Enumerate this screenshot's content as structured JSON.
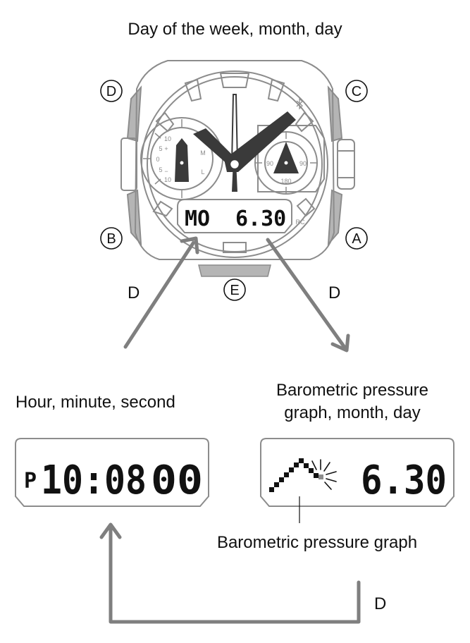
{
  "title": "Day of the week, month, day",
  "buttons": [
    "D",
    "C",
    "B",
    "A",
    "E"
  ],
  "transition_label": "D",
  "watch_display": {
    "day": "MO",
    "date": "6.30"
  },
  "dial": {
    "left_marks": [
      "10",
      "5",
      "0",
      "5",
      "10",
      "+",
      "−"
    ],
    "right_marks": [
      "90",
      "90",
      "180"
    ],
    "mode_marks": [
      "M",
      "L"
    ],
    "rc": "RC"
  },
  "left_screen": {
    "caption": "Hour, minute, second",
    "indicator": "P",
    "time": "10:08",
    "seconds": "00"
  },
  "right_screen": {
    "caption_line1": "Barometric pressure",
    "caption_line2": "graph, month, day",
    "date": "6.30",
    "graph_label": "Barometric pressure graph"
  },
  "colors": {
    "outline": "#8c8c8c",
    "dark": "#3a3a3a",
    "bezel": "#a9a9a9",
    "arrow": "#7f7f7f",
    "text": "#111111"
  }
}
